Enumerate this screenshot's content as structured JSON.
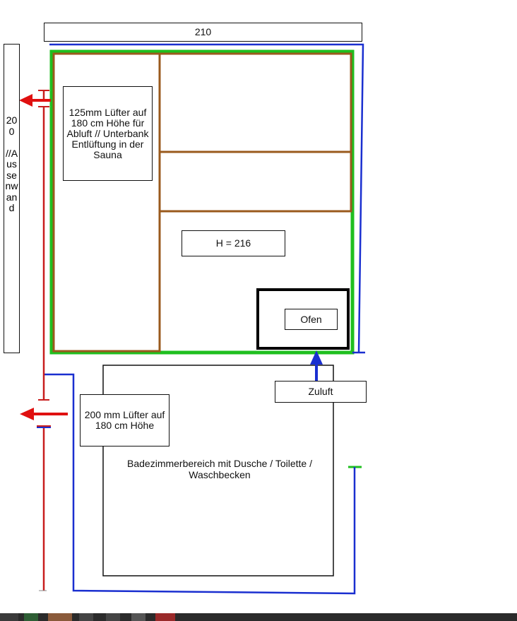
{
  "labels": {
    "width_dim": "210",
    "outer_wall": "200\n\n//Aussenwand",
    "fan_125": "125mm Lüfter auf 180 cm Höhe für Abluft // Unterbank Entlüftung in der Sauna",
    "height": "H = 216",
    "oven": "Ofen",
    "supply_air": "Zuluft",
    "fan_200": "200 mm Lüfter auf 180 cm Höhe",
    "bathroom": "Badezimmerbereich mit Dusche / Toilette / Waschbecken"
  },
  "colors": {
    "sauna_outline": "#1fbf1f",
    "bench_wood": "#9a5a1c",
    "wall_red": "#c81e1e",
    "wall_blue": "#1a2fd0",
    "arrow_red": "#e01010",
    "arrow_blue": "#1a2fd0",
    "oven_border": "#000000"
  },
  "icons": {
    "exhaust_arrows": "arrow-left-icon",
    "supply_arrow": "arrow-up-icon"
  }
}
